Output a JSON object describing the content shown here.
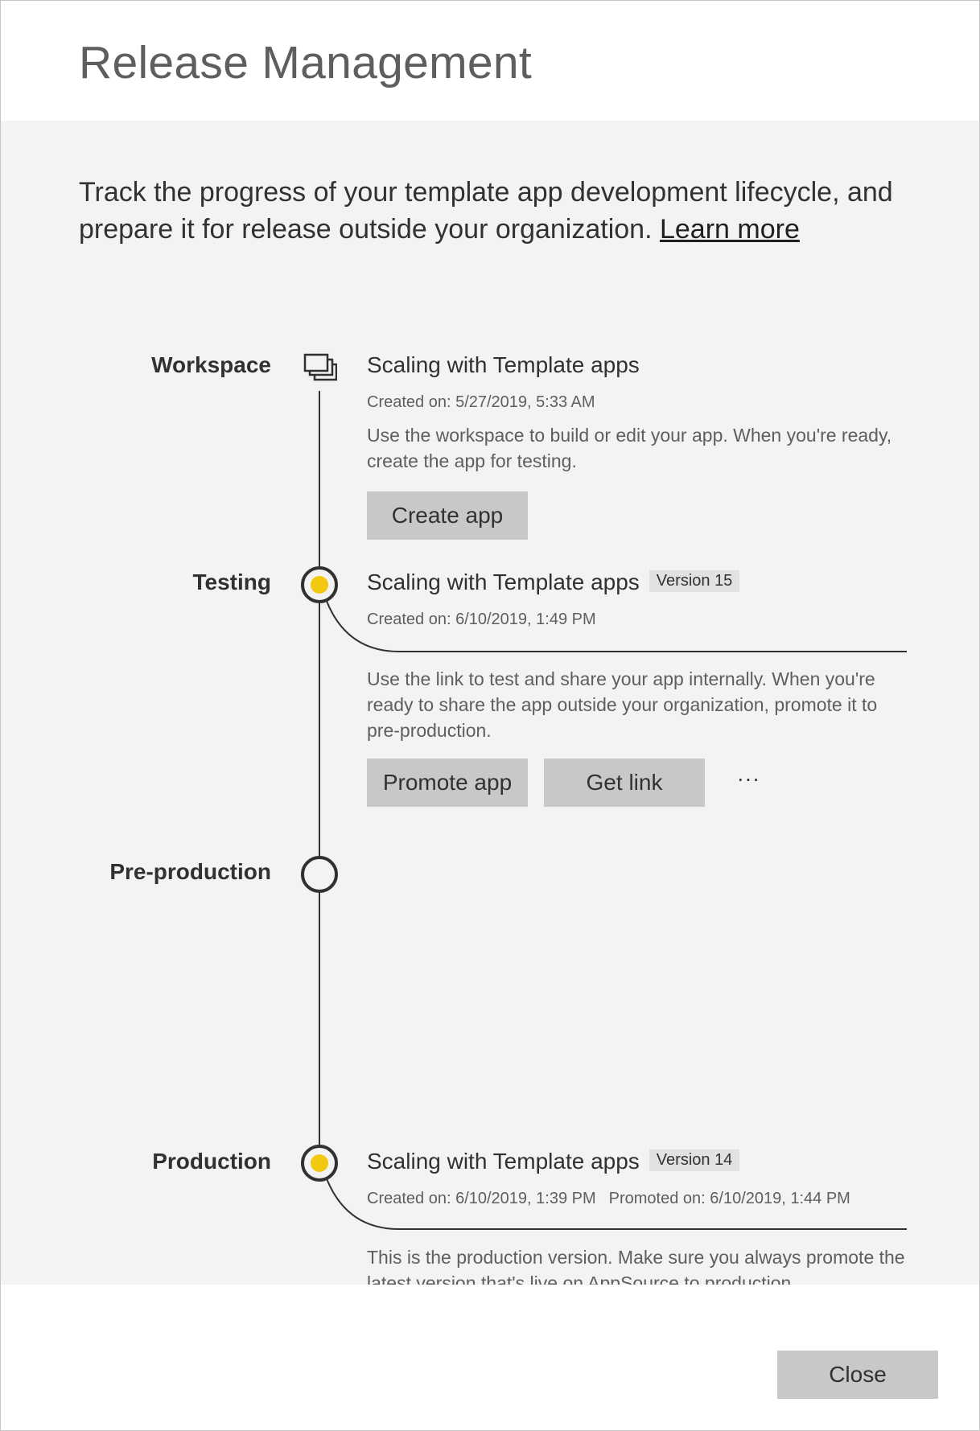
{
  "dialog": {
    "title": "Release Management"
  },
  "intro": {
    "text": "Track the progress of your template app development lifecycle, and prepare it for release outside your organization.",
    "learn_more": "Learn more"
  },
  "colors": {
    "active_dot": "#f2c811",
    "timeline_line": "#323130",
    "content_bg": "#f3f3f3",
    "button_bg": "#c8c8c8"
  },
  "stages": {
    "workspace": {
      "label": "Workspace",
      "icon": "workspace-icon",
      "app_name": "Scaling with Template apps",
      "created": "Created on: 5/27/2019, 5:33 AM",
      "description": "Use the workspace to build or edit your app. When you're ready, create the app for testing.",
      "create_button": "Create app"
    },
    "testing": {
      "label": "Testing",
      "status": "active",
      "app_name": "Scaling with Template apps",
      "version": "Version 15",
      "created": "Created on: 6/10/2019, 1:49 PM",
      "description": "Use the link to test and share your app internally. When you're ready to share the app outside your organization, promote it to pre-production.",
      "promote_button": "Promote app",
      "get_link_button": "Get link",
      "more_button": "···"
    },
    "preproduction": {
      "label": "Pre-production",
      "status": "empty"
    },
    "production": {
      "label": "Production",
      "status": "active",
      "app_name": "Scaling with Template apps",
      "version": "Version 14",
      "created": "Created on: 6/10/2019, 1:39 PM",
      "promoted": "Promoted on: 6/10/2019, 1:44 PM",
      "description": "This is the production version. Make sure you always promote the latest version that's live on AppSource to production."
    }
  },
  "footer": {
    "close_button": "Close"
  }
}
